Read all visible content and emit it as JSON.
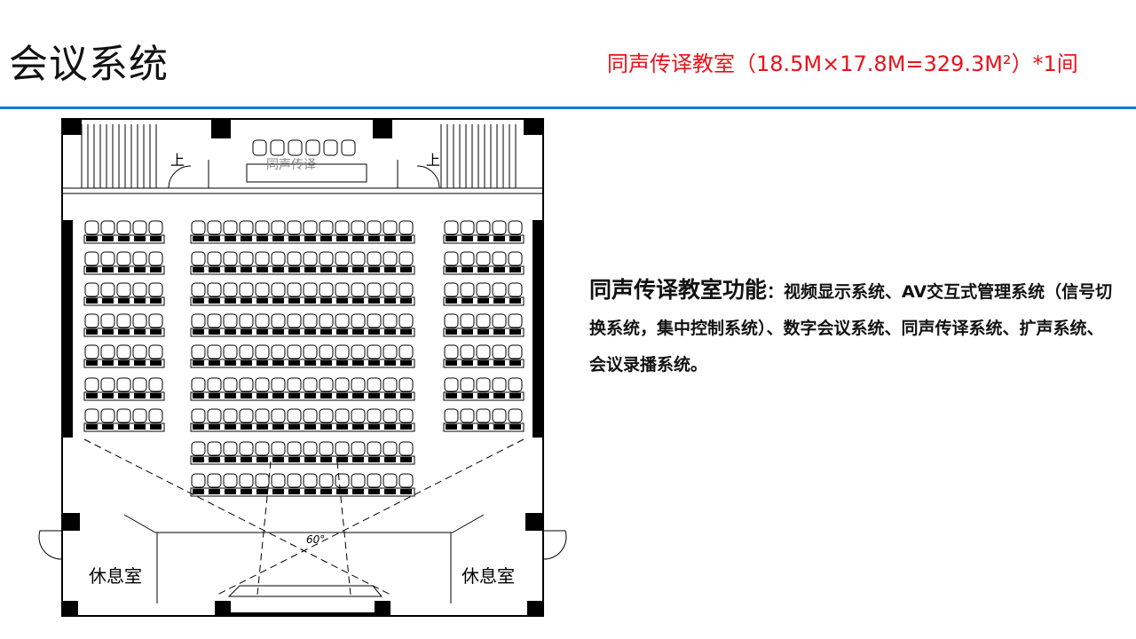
{
  "header": {
    "title": "会议系统",
    "subtitle": "同声传译教室（18.5M×17.8M=329.3M²）*1间"
  },
  "colors": {
    "rule": "#1a7ad0",
    "subtitle": "#e8121b"
  },
  "plan": {
    "stair_label": "上",
    "lounge_label": "休息室",
    "angle_label": "60°",
    "booth_label": "同声传译"
  },
  "description": {
    "lead": "同声传译教室功能",
    "body": "：视频显示系统、AV交互式管理系统（信号切换系统，集中控制系统）、数字会议系统、同声传译系统、扩声系统、会议录播系统。"
  }
}
